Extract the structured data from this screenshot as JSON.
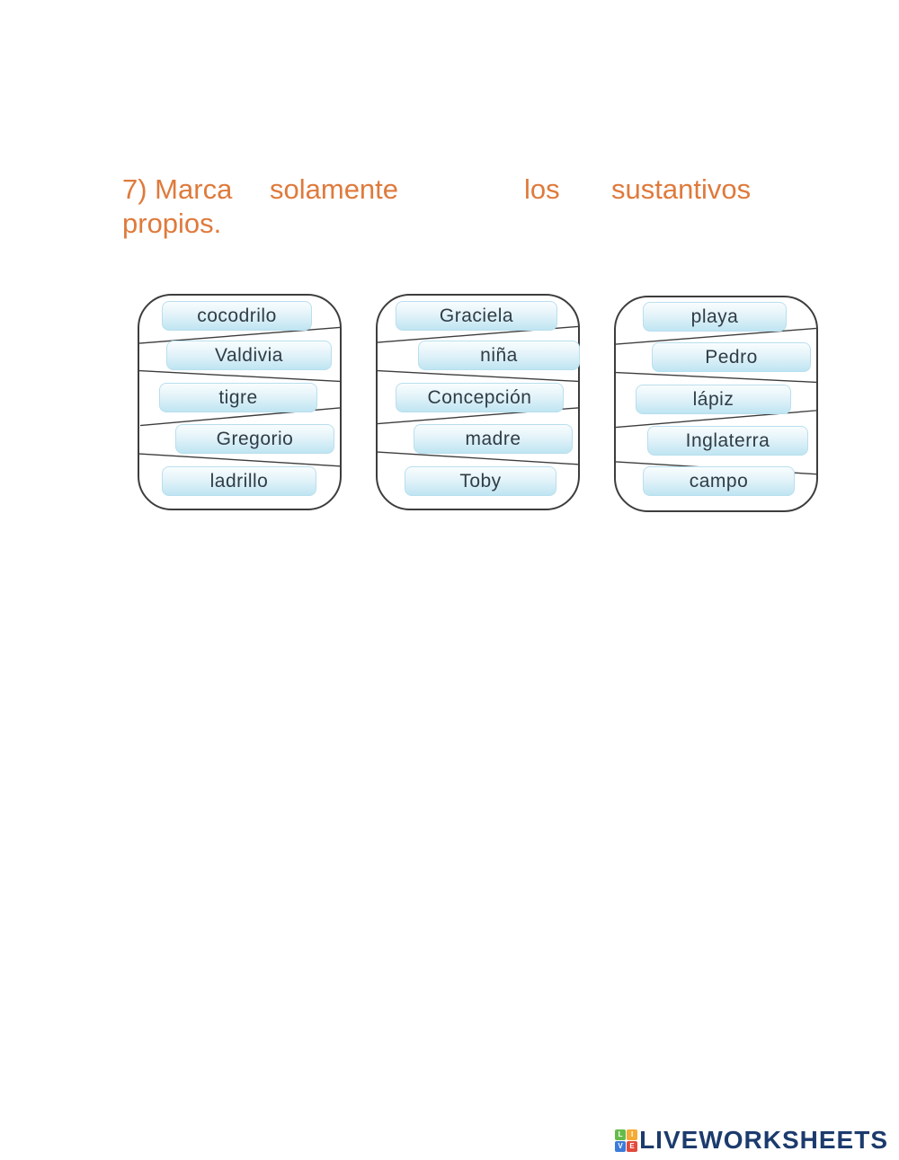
{
  "heading": {
    "line1_words": [
      "7) Marca",
      "solamente",
      "los",
      "sustantivos"
    ],
    "line2": "propios.",
    "color": "#df7a3c"
  },
  "groups": [
    {
      "name": "group-1",
      "words": [
        "cocodrilo",
        "Valdivia",
        "tigre",
        "Gregorio",
        "ladrillo"
      ]
    },
    {
      "name": "group-2",
      "words": [
        "Graciela",
        "niña",
        "Concepción",
        "madre",
        "Toby"
      ]
    },
    {
      "name": "group-3",
      "words": [
        "playa",
        "Pedro",
        "lápiz",
        "Inglaterra",
        "campo"
      ]
    }
  ],
  "colors": {
    "heading_orange": "#df7a3c",
    "container_border": "#3d3d3d",
    "word_text": "#303c46",
    "word_gradient_top": "#f9fdfe",
    "word_gradient_bottom": "#bfe5f2"
  },
  "footer": {
    "brand": "LIVEWORKSHEETS",
    "brand_color": "#1c3b6d",
    "icon_letters": [
      "L",
      "I",
      "V",
      "E"
    ],
    "icon_colors": {
      "l": "#65bb49",
      "i": "#f5ab34",
      "v": "#3c7cda",
      "e": "#e24a3d"
    }
  }
}
